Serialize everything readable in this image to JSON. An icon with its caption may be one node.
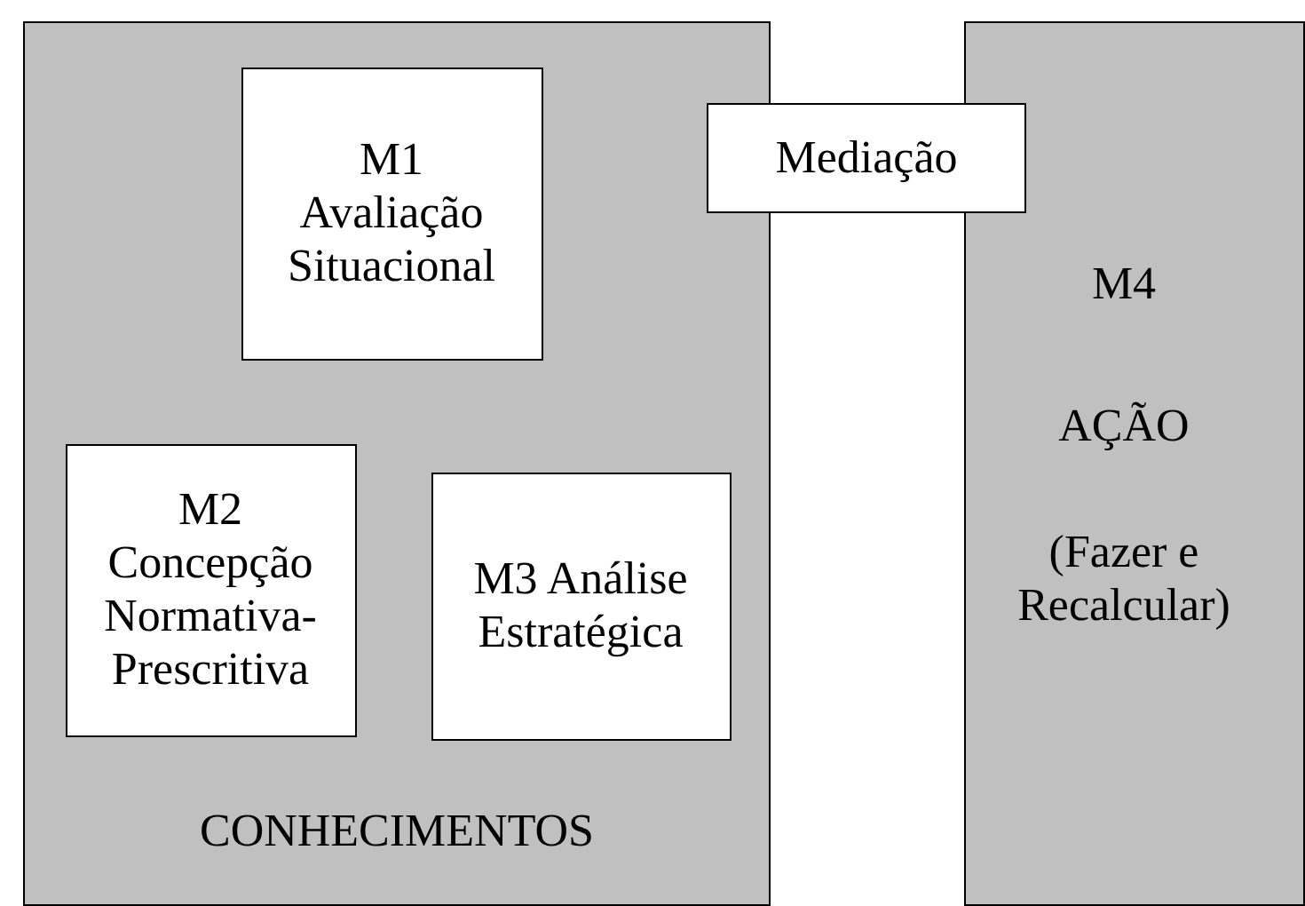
{
  "diagram": {
    "nodes": [
      {
        "text": [
          "CONHECIMENTOS"
        ]
      },
      {
        "text": [
          "M1 Avaliação Situacional"
        ],
        "in": 0
      },
      {
        "text": [
          "M2 Concepção Normativa-Prescritiva"
        ],
        "in": 0
      },
      {
        "text": [
          "M3 Análise Estratégica"
        ],
        "in": 0
      },
      {
        "text": [
          "Mediação"
        ]
      },
      {
        "text": [
          "M4",
          "AÇÃO",
          "(Fazer e Recalcular)"
        ]
      }
    ]
  }
}
